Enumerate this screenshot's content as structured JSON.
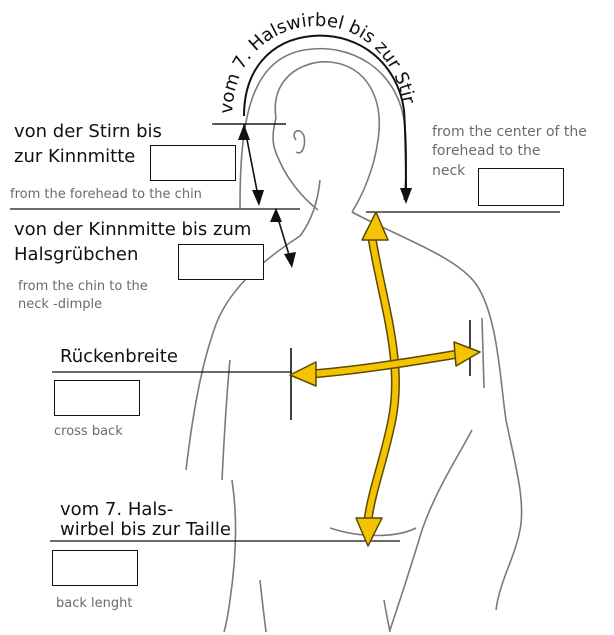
{
  "arc_label": "vom 7. Halswirbel bis zur Stirn",
  "measurements": [
    {
      "id": "forehead_chin",
      "label_de_1": "von der Stirn bis",
      "label_de_2": "zur Kinnmitte",
      "label_en": "from the forehead to the chin"
    },
    {
      "id": "chin_neck",
      "label_de_1": "von der Kinnmitte bis zum",
      "label_de_2": "Halsgrübchen",
      "label_en_1": "from the chin to the",
      "label_en_2": "neck -dimple"
    },
    {
      "id": "cross_back",
      "label_de_1": "Rückenbreite",
      "label_en": "cross back"
    },
    {
      "id": "back_length",
      "label_de_1": "vom 7. Hals-",
      "label_de_2": "wirbel bis zur Taille",
      "label_en": "back lenght"
    },
    {
      "id": "forehead_neck",
      "label_en_1": "from the center of the",
      "label_en_2": "forehead to the",
      "label_en_3": "neck"
    }
  ],
  "colors": {
    "arrow_yellow": "#f5c400",
    "arrow_outline": "#5a4a00",
    "line": "#111111",
    "body_outline": "#7a7a7a",
    "text_gray": "#6b6b6b"
  }
}
